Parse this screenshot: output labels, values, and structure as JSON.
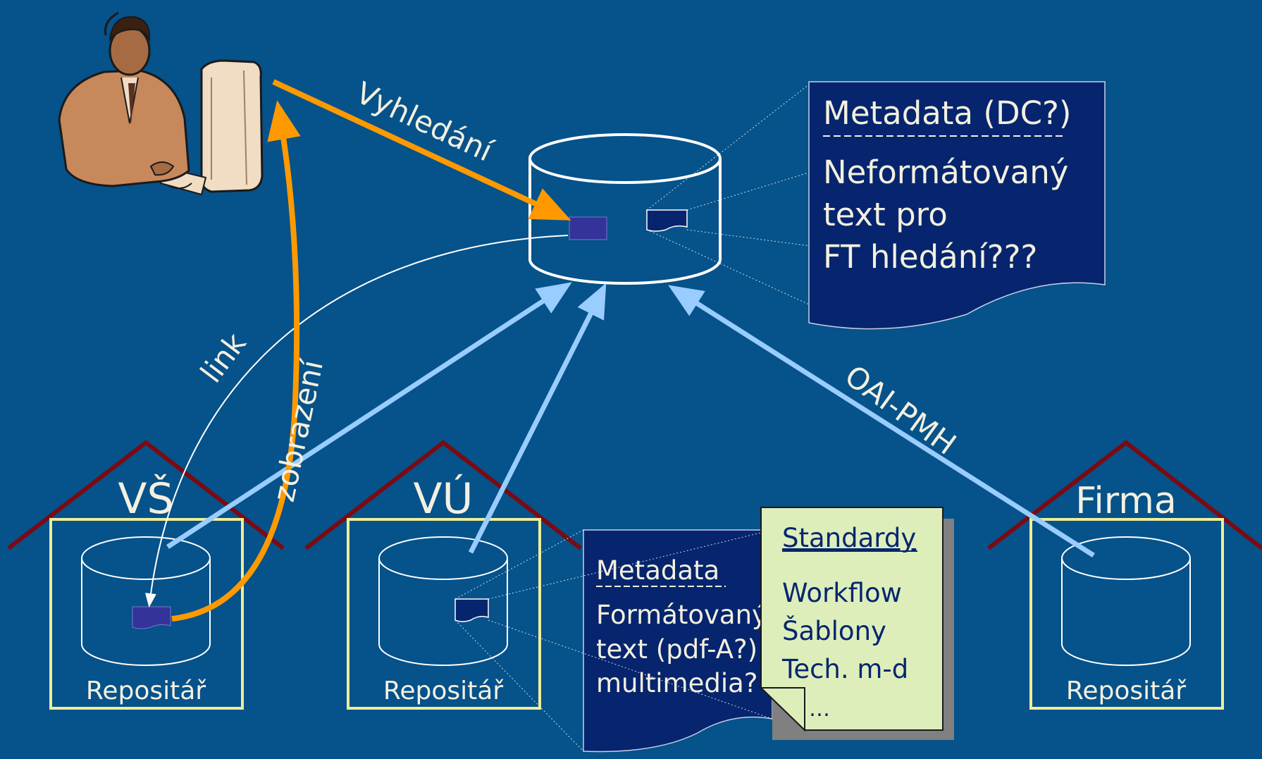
{
  "central_box": {
    "title": "Metadata (DC?)",
    "lines": [
      "Neformátovaný",
      "text pro",
      "FT hledání???"
    ]
  },
  "local_box": {
    "title": "Metadata",
    "lines": [
      "Formátovaný",
      "text (pdf-A?)",
      "multimedia?"
    ]
  },
  "standards_note": {
    "title": "Standardy",
    "lines": [
      "Workflow",
      "Šablony",
      "Tech. m-d",
      "…"
    ]
  },
  "arrow_labels": {
    "search": "Vyhledání",
    "link": "link",
    "display": "zobrazení",
    "harvest": "OAI-PMH"
  },
  "houses": [
    {
      "name": "VŠ",
      "repo_label": "Repositář"
    },
    {
      "name": "VÚ",
      "repo_label": "Repositář"
    },
    {
      "name": "Firma",
      "repo_label": "Repositář"
    }
  ],
  "colors": {
    "background": "#06528a",
    "search_arrow": "#ff9900",
    "harvest_arrow": "#99ccff",
    "roof": "#7b0a12",
    "repo_frame": "#eeee99",
    "doc_box": "#06256e",
    "note_bg": "#ddeebb",
    "doc_icon": "#333399"
  }
}
